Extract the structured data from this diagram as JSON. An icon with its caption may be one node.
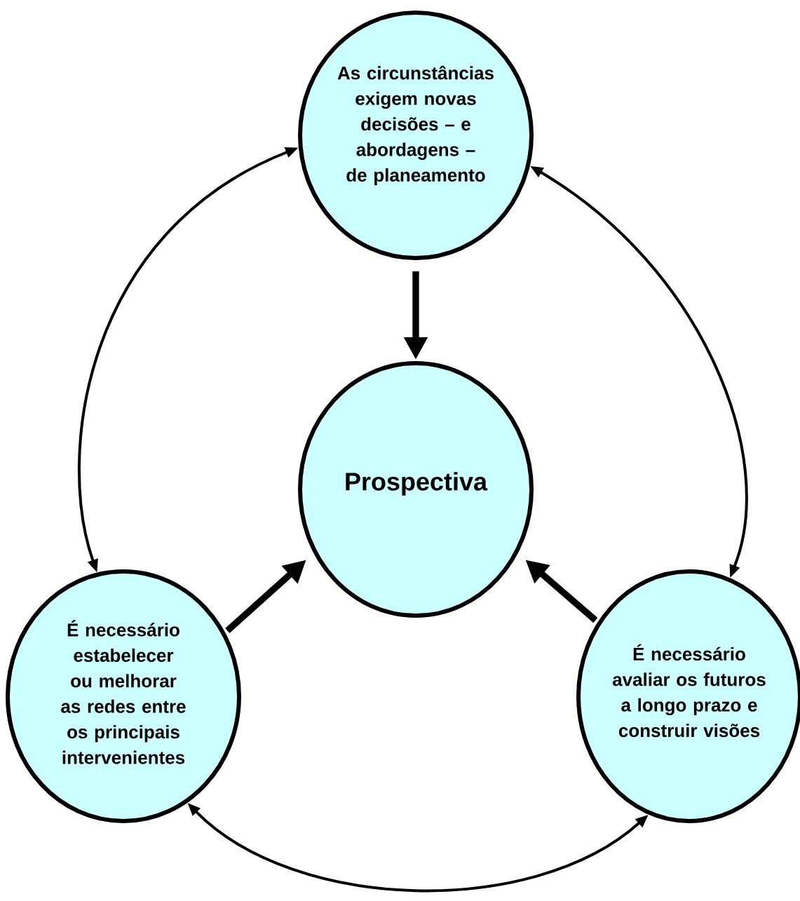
{
  "diagram": {
    "nodes": [
      {
        "text": [
          "As circunstâncias exigem novas decisões – e abordagens – de planeamento"
        ]
      },
      {
        "text": [
          "Prospectiva"
        ]
      },
      {
        "text": [
          "É necessário estabelecer ou melhorar as redes entre os principais intervenientes"
        ]
      },
      {
        "text": [
          "É necessário avaliar os futuros a longo prazo e construir visões"
        ]
      }
    ],
    "edges": [
      {
        "from": 0,
        "to": 1,
        "arrow": "to",
        "style": "thick"
      },
      {
        "from": 2,
        "to": 1,
        "arrow": "to",
        "style": "thick"
      },
      {
        "from": 3,
        "to": 1,
        "arrow": "to",
        "style": "thick"
      },
      {
        "from": 0,
        "to": 2,
        "arrow": "both"
      },
      {
        "from": 0,
        "to": 3,
        "arrow": "both"
      },
      {
        "from": 2,
        "to": 3,
        "arrow": "both"
      }
    ]
  }
}
